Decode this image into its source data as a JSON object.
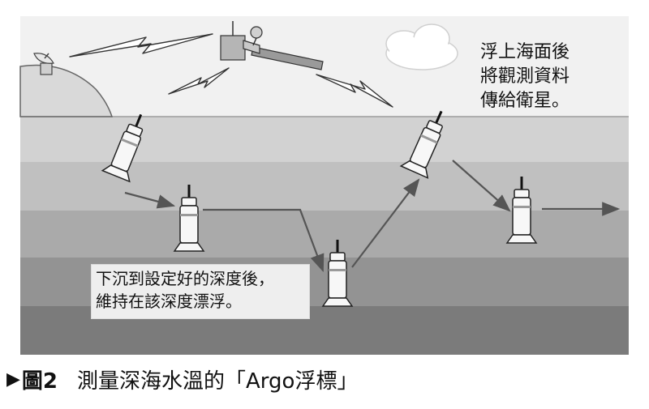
{
  "caption": {
    "marker": "▶",
    "figure_label": "圖2",
    "title": "測量深海水溫的「Argo浮標」"
  },
  "annotations": {
    "surface_note": [
      "浮上海面後",
      "將觀測資料",
      "傳給衛星。"
    ],
    "depth_note": [
      "下沉到設定好的深度後，",
      "維持在該深度漂浮。"
    ]
  },
  "colors": {
    "sky": "#f1f1f1",
    "sea_layers": [
      "#d2d2d2",
      "#c0c0c0",
      "#aaaaaa",
      "#939393",
      "#7b7b7b"
    ],
    "arrow": "#555555",
    "float_body": "#f7f7f7",
    "float_stripe": "#9a9a9a"
  }
}
